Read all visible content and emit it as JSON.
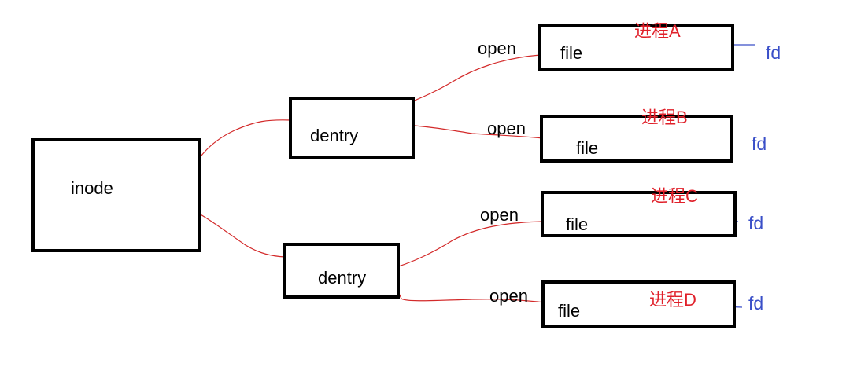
{
  "colors": {
    "line": "#d32a2a",
    "fd_line": "#3a4fc8",
    "box_border": "#000000",
    "process_text": "#e0202a",
    "fd_text": "#3a4fc8"
  },
  "inode": {
    "label": "inode"
  },
  "dentries": [
    {
      "label": "dentry"
    },
    {
      "label": "dentry"
    }
  ],
  "files": [
    {
      "label": "file",
      "process": "进程A",
      "fd": "fd",
      "open_label": "open"
    },
    {
      "label": "file",
      "process": "进程B",
      "fd": "fd",
      "open_label": "open"
    },
    {
      "label": "file",
      "process": "进程C",
      "fd": "fd",
      "open_label": "open"
    },
    {
      "label": "file",
      "process": "进程D",
      "fd": "fd",
      "open_label": "open"
    }
  ]
}
